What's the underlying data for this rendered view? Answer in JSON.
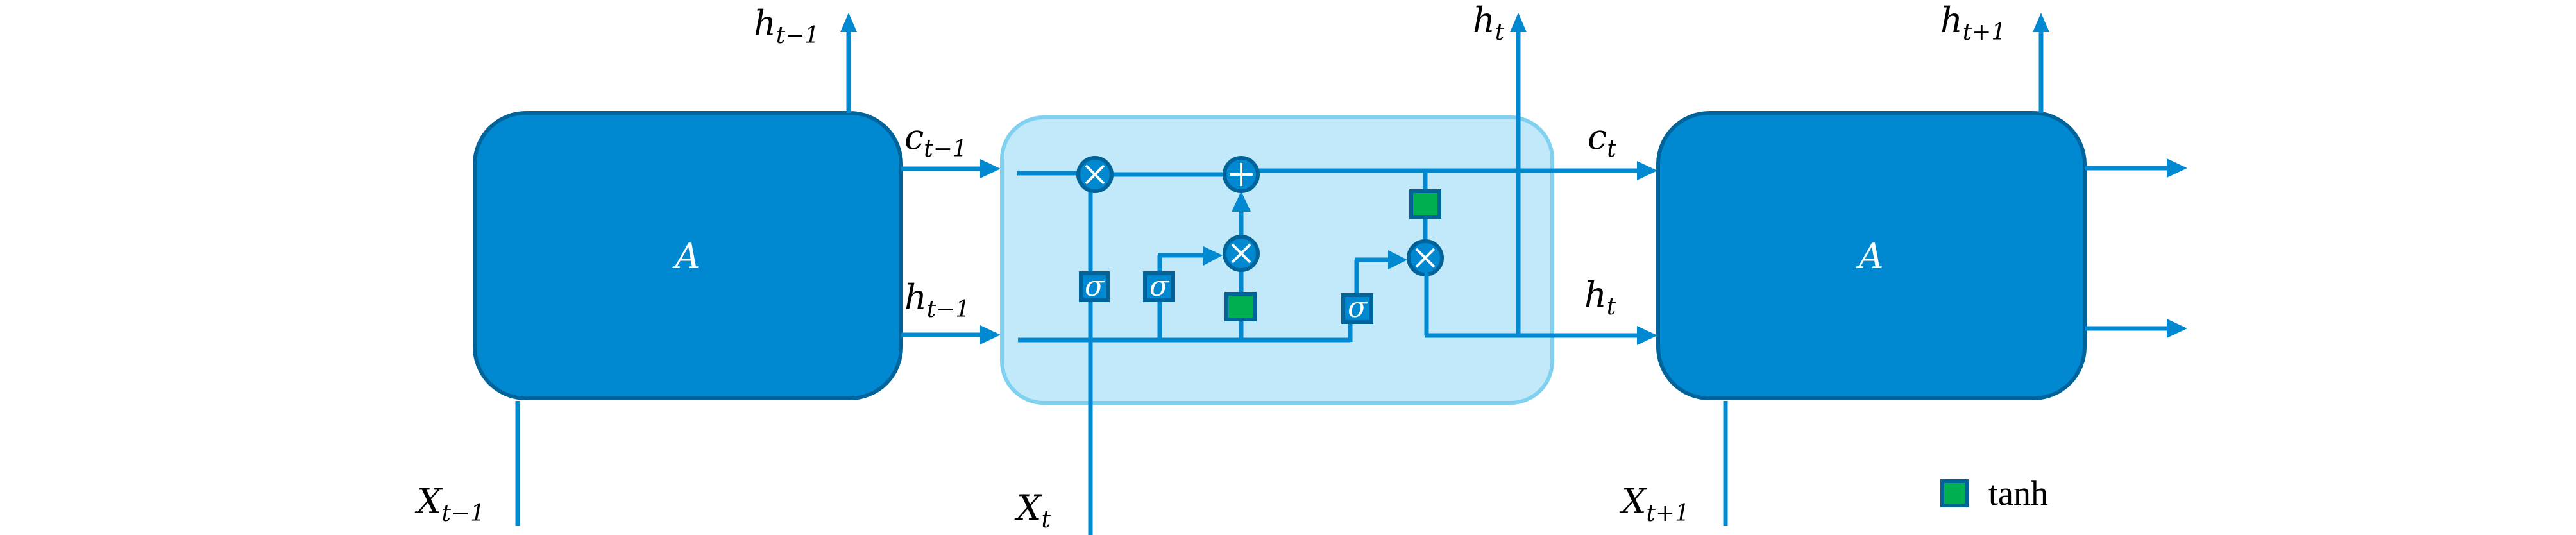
{
  "diagram": {
    "title": "LSTM unrolled cell diagram",
    "colors": {
      "block_fill": "#0088d1",
      "block_stroke": "#00649b",
      "cell_fill": "#c2e9fa",
      "cell_stroke": "#80d0f0",
      "wire": "#0088d1",
      "tanh_fill": "#00b050",
      "text": "#000000",
      "on_block_text": "#ffffff"
    },
    "blocks": [
      {
        "id": "prev",
        "label": "A"
      },
      {
        "id": "next",
        "label": "A"
      }
    ],
    "labels": {
      "h_prev_top": {
        "base": "h",
        "sub": "t−1"
      },
      "c_prev": {
        "base": "c",
        "sub": "t−1"
      },
      "h_prev": {
        "base": "h",
        "sub": "t−1"
      },
      "x_prev": {
        "base": "X",
        "sub": "t−1"
      },
      "x_cur": {
        "base": "X",
        "sub": "t"
      },
      "h_cur_top": {
        "base": "h",
        "sub": "t"
      },
      "c_cur": {
        "base": "c",
        "sub": "t"
      },
      "h_cur": {
        "base": "h",
        "sub": "t"
      },
      "x_next": {
        "base": "X",
        "sub": "t+1"
      },
      "h_next_top": {
        "base": "h",
        "sub": "t+1"
      }
    },
    "gates": {
      "sigma_symbol": "σ",
      "multiply_symbol": "×",
      "add_symbol": "+",
      "sigma_count": 3,
      "tanh_count": 2
    },
    "legend": {
      "items": [
        {
          "symbol": "green-square",
          "label": "tanh"
        }
      ]
    }
  }
}
